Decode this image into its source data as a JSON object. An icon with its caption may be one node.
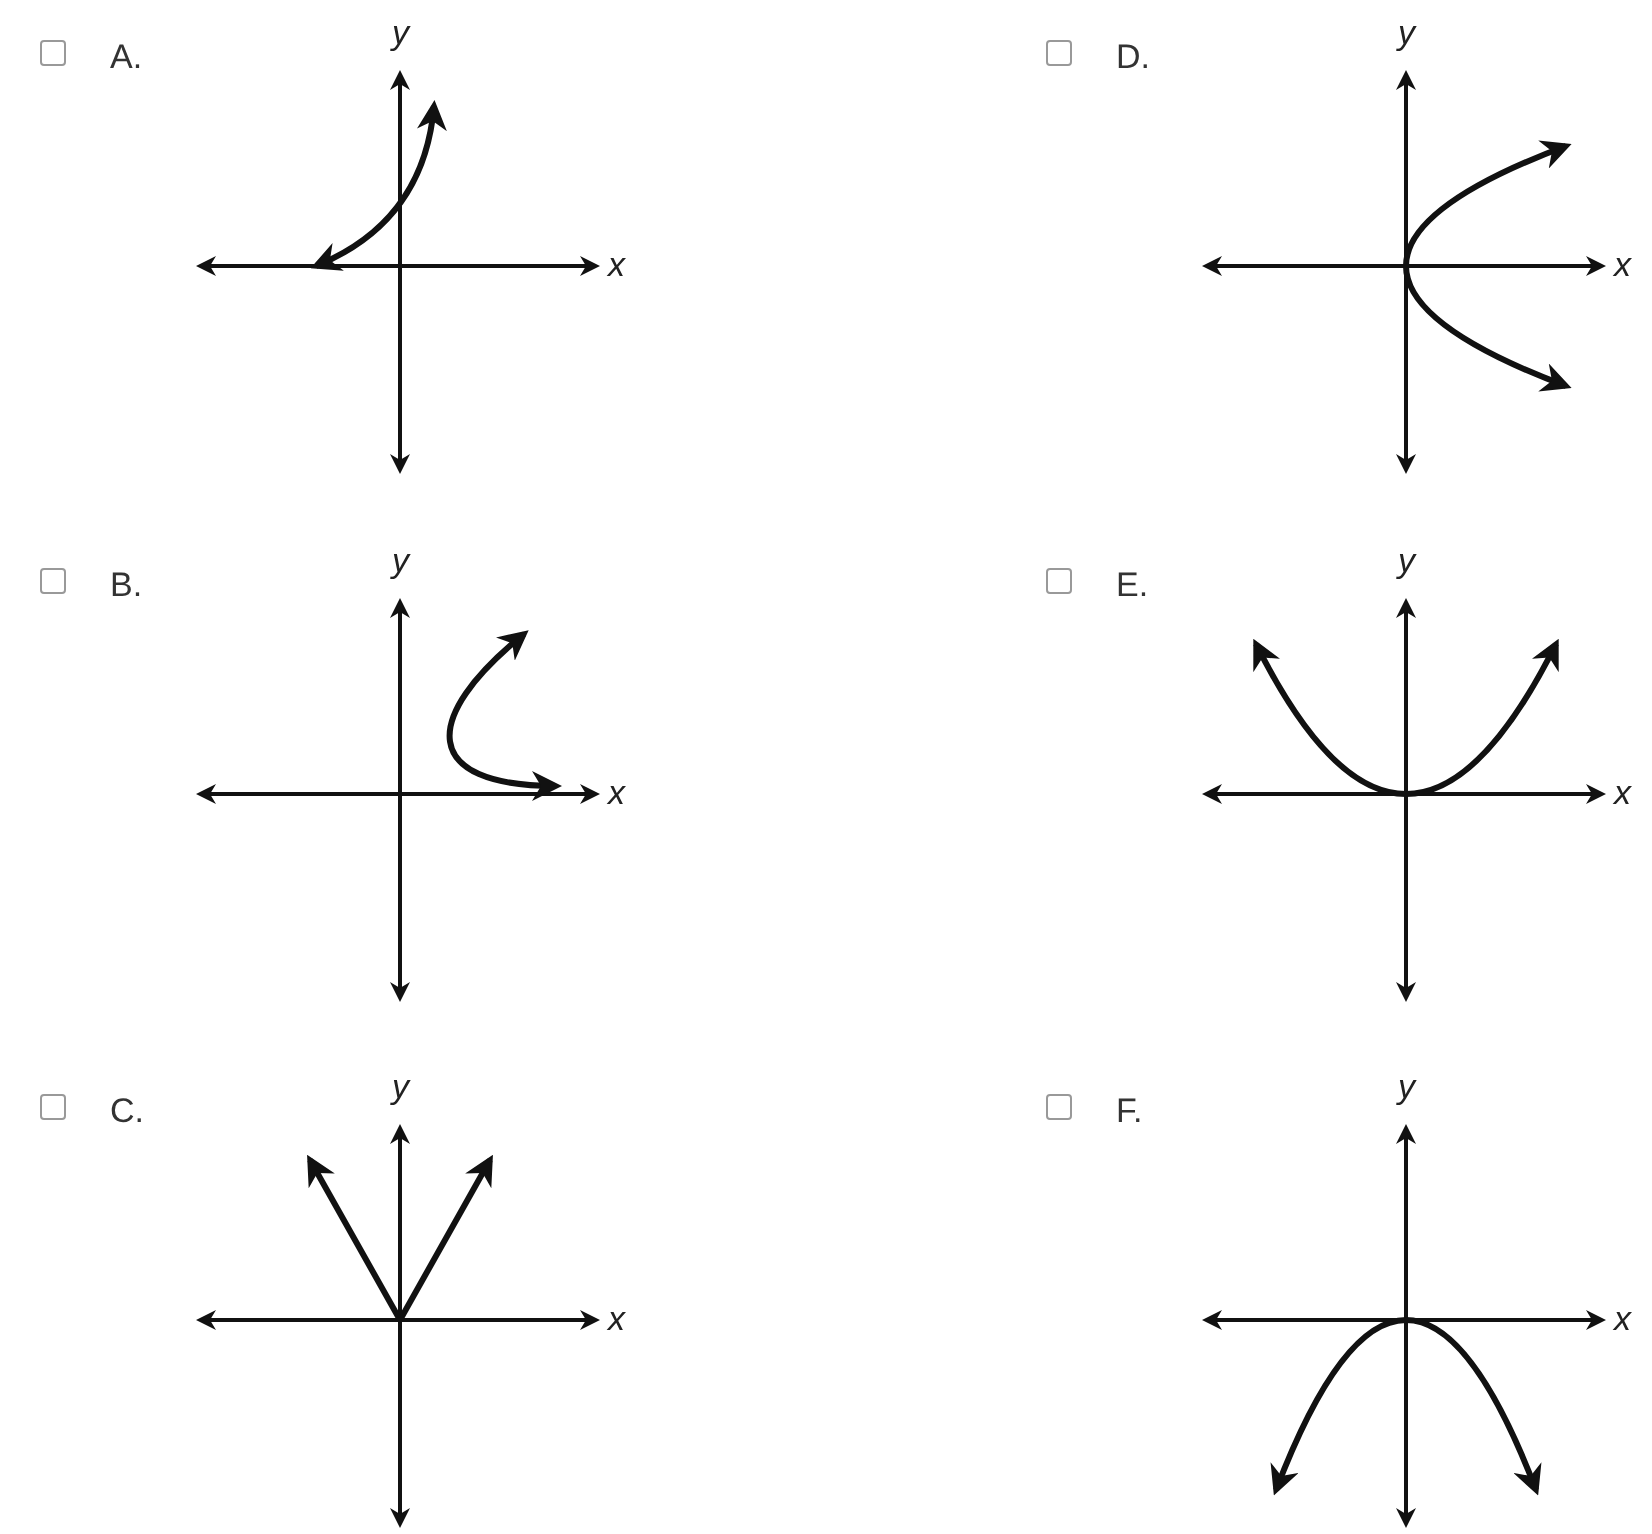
{
  "diagram": {
    "labels": [
      "A.",
      "y",
      "x",
      "D.",
      "y",
      "x",
      "B.",
      "y",
      "x",
      "E.",
      "y",
      "x",
      "C.",
      "y",
      "x",
      "F.",
      "y",
      "x"
    ]
  }
}
